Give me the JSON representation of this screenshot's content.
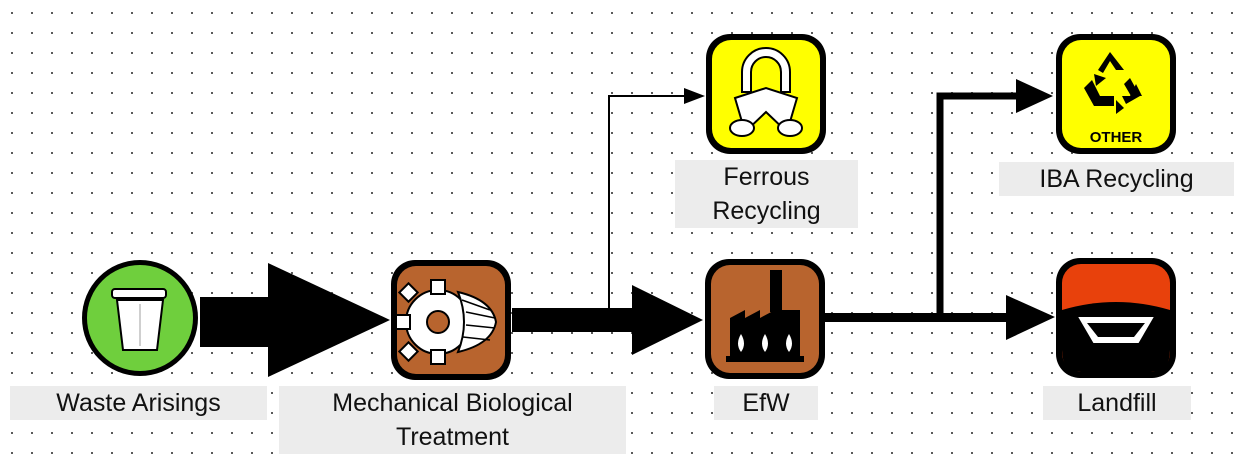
{
  "nodes": [
    {
      "id": "waste-arisings",
      "label_lines": [
        "Waste Arisings"
      ],
      "icon": "bin-icon",
      "background": "#6fcf3d"
    },
    {
      "id": "mbt",
      "label_lines": [
        "Mechanical Biological",
        "Treatment"
      ],
      "icon": "gear-turbine-icon",
      "background": "#b8642e"
    },
    {
      "id": "ferrous-recycling",
      "label_lines": [
        "Ferrous",
        "Recycling"
      ],
      "icon": "magnet-icon",
      "background": "#ffff00"
    },
    {
      "id": "efw",
      "label_lines": [
        "EfW"
      ],
      "icon": "factory-icon",
      "background": "#b8642e"
    },
    {
      "id": "iba-recycling",
      "label_lines": [
        "IBA Recycling"
      ],
      "icon": "recycle-icon",
      "icon_text": "OTHER",
      "background": "#ffff00"
    },
    {
      "id": "landfill",
      "label_lines": [
        "Landfill"
      ],
      "icon": "landfill-icon",
      "background": "#e8410c"
    }
  ],
  "edges": [
    {
      "from": "waste-arisings",
      "to": "mbt",
      "weight": "very-heavy"
    },
    {
      "from": "mbt",
      "to": "efw",
      "weight": "heavy"
    },
    {
      "from": "mbt",
      "to": "ferrous-recycling",
      "weight": "thin"
    },
    {
      "from": "efw",
      "to": "landfill",
      "weight": "medium"
    },
    {
      "from": "efw",
      "to": "iba-recycling",
      "weight": "medium"
    }
  ],
  "style": {
    "grid": "dotted",
    "label_background": "#ececec",
    "edge_color": "#000000"
  }
}
